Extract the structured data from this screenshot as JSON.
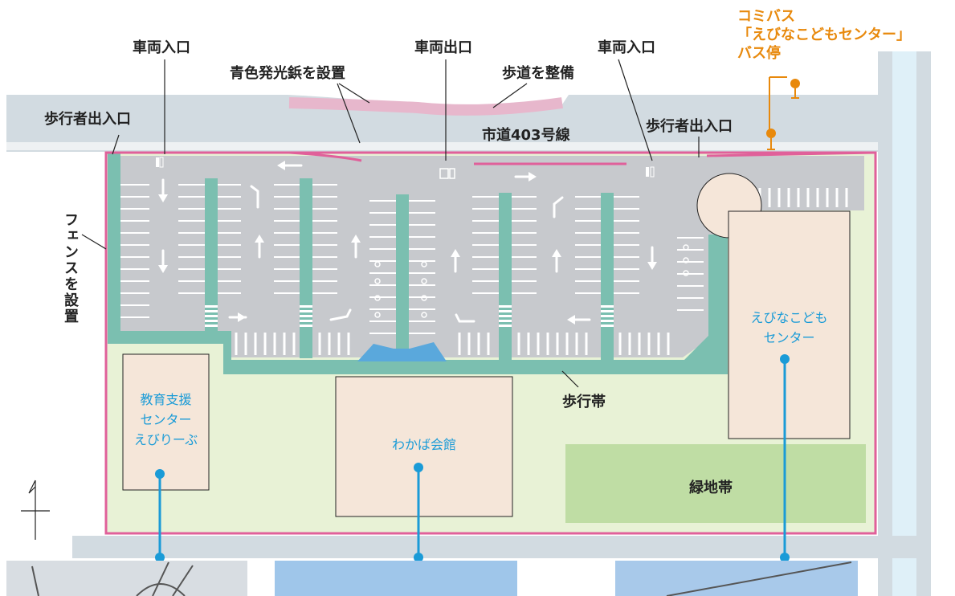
{
  "labels": {
    "vehicle_entrance_left": "車両入口",
    "vehicle_exit": "車両出口",
    "vehicle_entrance_right": "車両入口",
    "blue_lights": "青色発光鋲を設置",
    "sidewalk": "歩道を整備",
    "ped_entrance_left": "歩行者出入口",
    "ped_entrance_right": "歩行者出入口",
    "road_name": "市道403号線",
    "fence": "フェンスを設置",
    "walkway": "歩行帯",
    "green_belt": "緑地帯"
  },
  "bus_stop": {
    "line1": "コミバス",
    "line2": "「えびなこどもセンター」",
    "line3": "バス停"
  },
  "buildings": {
    "edu_line1": "教育支援",
    "edu_line2": "センター",
    "edu_line3": "えびりーぶ",
    "wakaba": "わかば会館",
    "ebina_line1": "えびなこども",
    "ebina_line2": "センター"
  },
  "colors": {
    "road": "#d2dbe1",
    "parking_lot": "#c7c9cd",
    "walkway": "#7bbfb0",
    "site_fill": "#e8f2d6",
    "building": "#f5e6d9",
    "green_belt": "#bfdda4",
    "boundary": "#e0609a",
    "sidewalk_pink": "#e7b7cc",
    "accent_orange": "#e8890c",
    "accent_blue": "#1a9bd7",
    "crossing_blue": "#5aa8dc"
  },
  "icons": [
    "north-arrow-icon",
    "bus-stop-icon",
    "bicycle-icon",
    "motorcycle-icon",
    "direction-arrow-icon",
    "location-marker-icon"
  ]
}
